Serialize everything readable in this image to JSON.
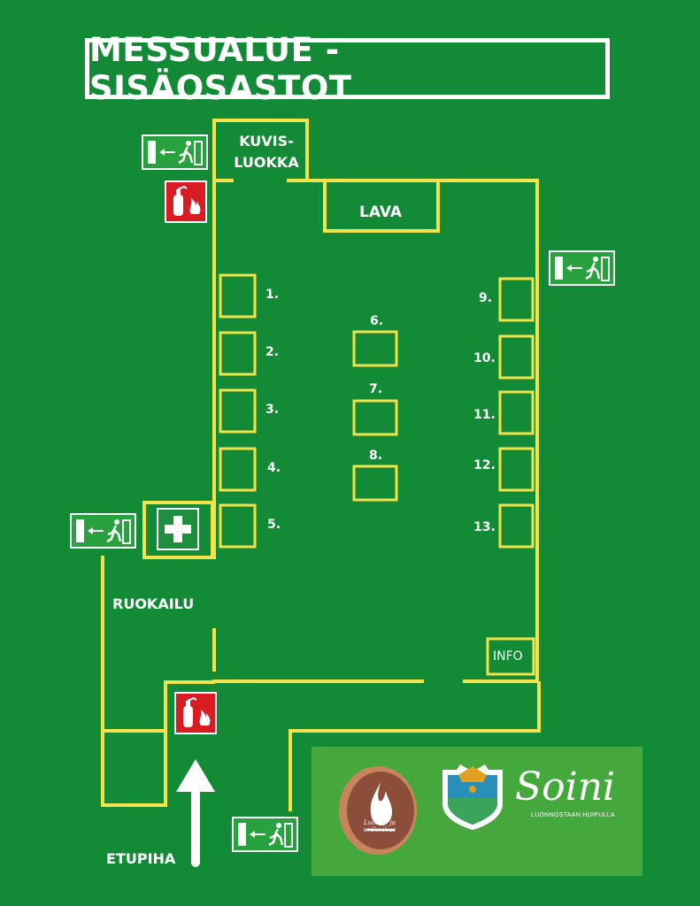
{
  "title": "MESSUALUE - SISÄOSASTOT",
  "areas": {
    "kuvisluokka_line1": "KUVIS-",
    "kuvisluokka_line2": "LUOKKA",
    "lava": "LAVA",
    "ruokailu": "RUOKAILU",
    "info": "INFO",
    "etupiha": "ETUPIHA"
  },
  "stands": {
    "left": [
      "1.",
      "2.",
      "3.",
      "4.",
      "5."
    ],
    "center": [
      "6.",
      "7.",
      "8."
    ],
    "right": [
      "9.",
      "10.",
      "11.",
      "12.",
      "13."
    ]
  },
  "logos": {
    "soini": "Soini",
    "soini_tagline": "LUONNOSTAAN HUIPULLA",
    "fire_logo_text": "Luonto- ja eräkeskus"
  },
  "icons": [
    "emergency-exit-icon",
    "fire-extinguisher-icon",
    "first-aid-icon",
    "entrance-arrow-icon"
  ],
  "colors": {
    "background": "#138a36",
    "walls": "#f3e24a",
    "exit_sign": "#27a23e",
    "fire": "#d91c24",
    "logo_panel": "#45a83c"
  }
}
